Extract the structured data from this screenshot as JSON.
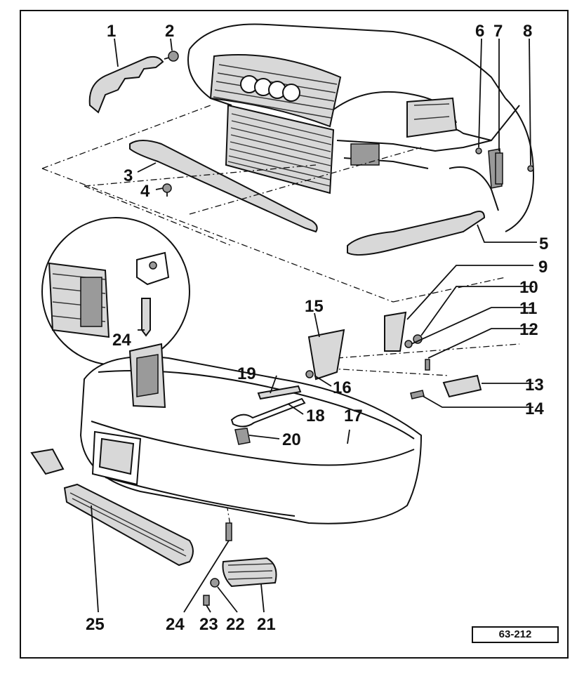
{
  "diagram": {
    "reference": "63-212",
    "callouts": [
      "1",
      "2",
      "3",
      "4",
      "5",
      "6",
      "7",
      "8",
      "9",
      "10",
      "11",
      "12",
      "13",
      "14",
      "15",
      "16",
      "17",
      "18",
      "19",
      "20",
      "21",
      "22",
      "23",
      "24",
      "24",
      "25"
    ]
  }
}
